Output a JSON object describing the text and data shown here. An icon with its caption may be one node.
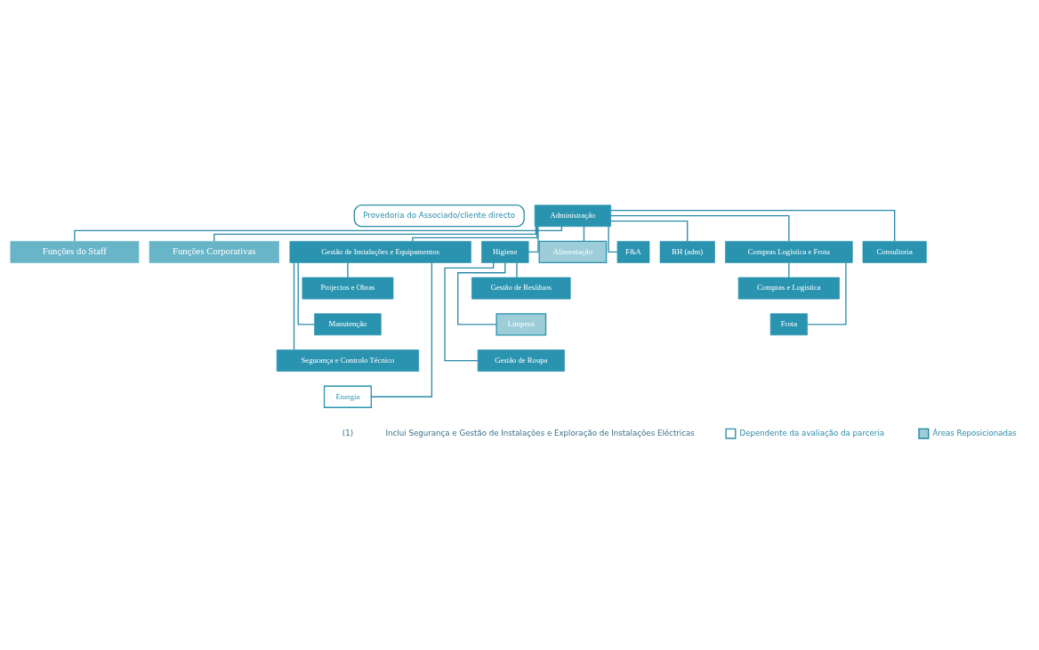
{
  "diagram": {
    "nodes": [
      {
        "text": [
          "Provedoria do Associado/cliente directo"
        ]
      },
      {
        "text": [
          "Administração"
        ]
      },
      {
        "text": [
          "Funções do Staff"
        ]
      },
      {
        "text": [
          "Funções Corporativas"
        ]
      },
      {
        "text": [
          "Gestão de Instalações e Equipamentos"
        ]
      },
      {
        "text": [
          "Higiene"
        ]
      },
      {
        "text": [
          "Alimentação"
        ]
      },
      {
        "text": [
          "F&A"
        ]
      },
      {
        "text": [
          "RH (adm)"
        ]
      },
      {
        "text": [
          "Compras Logística e Frota"
        ]
      },
      {
        "text": [
          "Consultoria"
        ]
      },
      {
        "text": [
          "Projectos e Obras"
        ]
      },
      {
        "text": [
          "Manutenção"
        ]
      },
      {
        "text": [
          "Segurança e Controlo Técnico"
        ]
      },
      {
        "text": [
          "Energia"
        ]
      },
      {
        "text": [
          "Gestão de Resíduos"
        ]
      },
      {
        "text": [
          "Limpeza"
        ]
      },
      {
        "text": [
          "Gestão de Roupa"
        ]
      },
      {
        "text": [
          "Compras e Logistica"
        ]
      },
      {
        "text": [
          "Frota"
        ]
      }
    ],
    "edges": [
      {
        "from": 1,
        "to": 2,
        "arrow": "none"
      },
      {
        "from": 1,
        "to": 3,
        "arrow": "none"
      },
      {
        "from": 1,
        "to": 4,
        "arrow": "none"
      },
      {
        "from": 1,
        "to": 5,
        "arrow": "none"
      },
      {
        "from": 1,
        "to": 6,
        "arrow": "none"
      },
      {
        "from": 1,
        "to": 7,
        "arrow": "none"
      },
      {
        "from": 1,
        "to": 8,
        "arrow": "none"
      },
      {
        "from": 1,
        "to": 9,
        "arrow": "none"
      },
      {
        "from": 1,
        "to": 10,
        "arrow": "none"
      },
      {
        "from": 4,
        "to": 11,
        "arrow": "none"
      },
      {
        "from": 4,
        "to": 12,
        "arrow": "none"
      },
      {
        "from": 4,
        "to": 13,
        "arrow": "none"
      },
      {
        "from": 4,
        "to": 14,
        "arrow": "none"
      },
      {
        "from": 5,
        "to": 15,
        "arrow": "none"
      },
      {
        "from": 5,
        "to": 16,
        "arrow": "none"
      },
      {
        "from": 5,
        "to": 17,
        "arrow": "none"
      },
      {
        "from": 9,
        "to": 18,
        "arrow": "none"
      },
      {
        "from": 9,
        "to": 19,
        "arrow": "none"
      }
    ],
    "labels": [
      "(1)",
      "Inclui Segurança e Gestão de Instalações e Exploração de Instalações Eléctricas"
    ],
    "legend": [
      {
        "text": "Dependente da avaliação da parceria",
        "color": "#ffffff"
      },
      {
        "text": "Áreas Reposicionadas",
        "color": "#9ccdd9"
      }
    ]
  }
}
